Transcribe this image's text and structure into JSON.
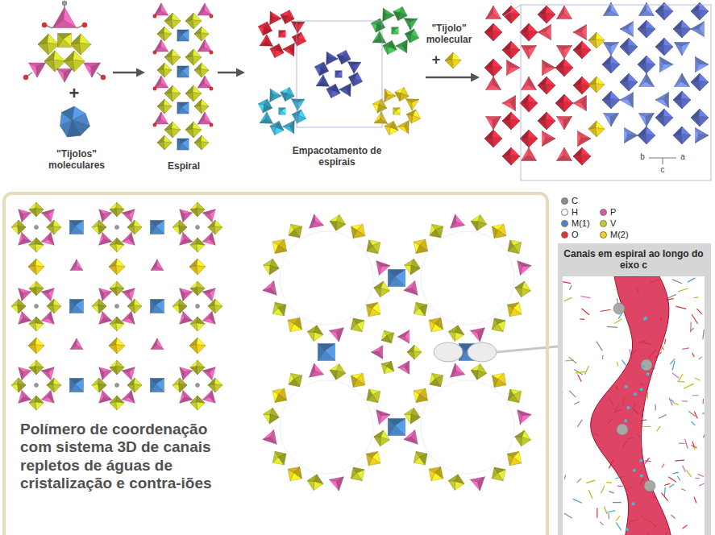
{
  "diagram": {
    "nodes": [
      {
        "text": [
          "Polímero de coordenação com sistema 3D de canais repletos de águas de cristalização e contra-iões"
        ]
      },
      {
        "text": [
          "Canais em espiral ao longo do eixo c"
        ]
      }
    ],
    "labels": [
      "+",
      "\"Tijolos\" moleculares",
      "Espiral",
      "Empacotamento de espirais",
      "\"Tijolo\" molecular",
      "+",
      "b",
      "a",
      "c"
    ],
    "legend": [
      {
        "text": "C",
        "color": "#8c8c8c"
      },
      {
        "text": "H",
        "color": "#ffffff"
      },
      {
        "text": "P",
        "color": "#d25aa8"
      },
      {
        "text": "M(1)",
        "color": "#4a86c8"
      },
      {
        "text": "V",
        "color": "#c8cc28"
      },
      {
        "text": "O",
        "color": "#e23030"
      },
      {
        "text": "M(2)",
        "color": "#f2d21c"
      }
    ]
  }
}
